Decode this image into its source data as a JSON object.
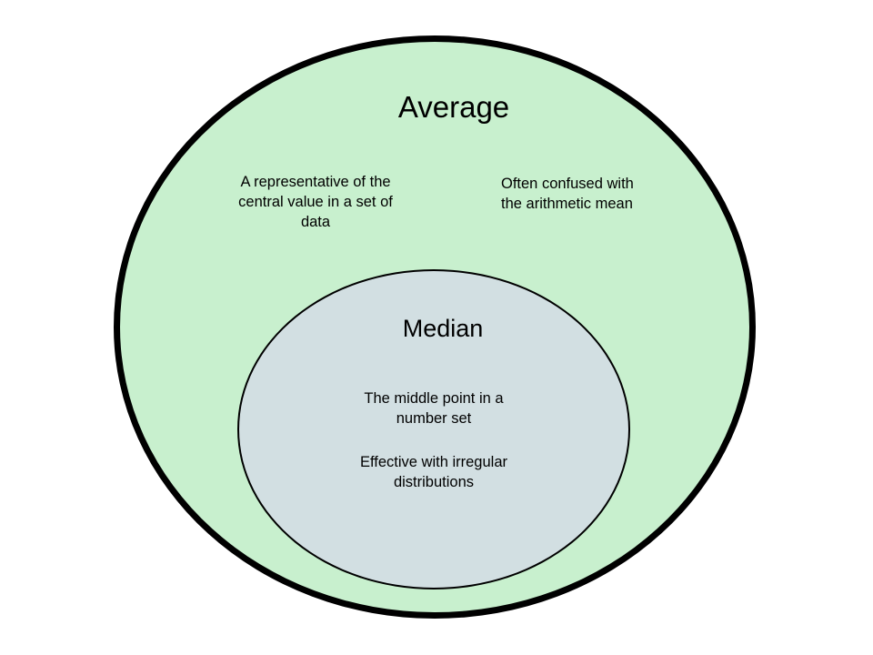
{
  "diagram": {
    "type": "euler-venn",
    "stroke_color": "#000000",
    "outer_set": {
      "title": "Average",
      "fill": "#c8f0ce",
      "note_left": {
        "lines": [
          "A representative of the",
          "central value in a set of",
          "data"
        ]
      },
      "note_right": {
        "lines": [
          "Often confused with",
          "the arithmetic mean"
        ]
      }
    },
    "inner_set": {
      "title": "Median",
      "fill": "#d2dfe2",
      "note_1": {
        "lines": [
          "The middle point in a",
          "number set"
        ]
      },
      "note_2": {
        "lines": [
          "Effective with irregular",
          "distributions"
        ]
      }
    }
  }
}
